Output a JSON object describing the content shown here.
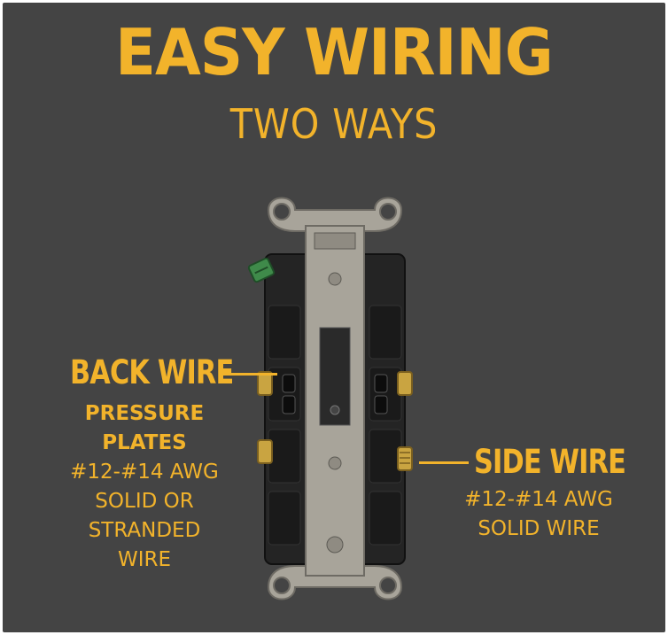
{
  "heading": {
    "title": "EASY WIRING",
    "subtitle": "TWO WAYS"
  },
  "callouts": {
    "back_wire": {
      "title": "BACK WIRE",
      "emphasis_lines": [
        "PRESSURE",
        "PLATES"
      ],
      "detail_lines": [
        "#12-#14 AWG",
        "SOLID OR",
        "STRANDED",
        "WIRE"
      ]
    },
    "side_wire": {
      "title": "SIDE WIRE",
      "detail_lines": [
        "#12-#14 AWG",
        "SOLID WIRE"
      ]
    }
  },
  "colors": {
    "background": "#444444",
    "accent": "#f2b32b",
    "receptacle_body": "#242424",
    "metal_strap": "#a8a49a",
    "brass_screw": "#c9a441",
    "ground_screw": "#3f8a4a"
  },
  "icons": [
    "receptacle-illustration",
    "ground-screw-icon",
    "brass-screw-icon"
  ]
}
